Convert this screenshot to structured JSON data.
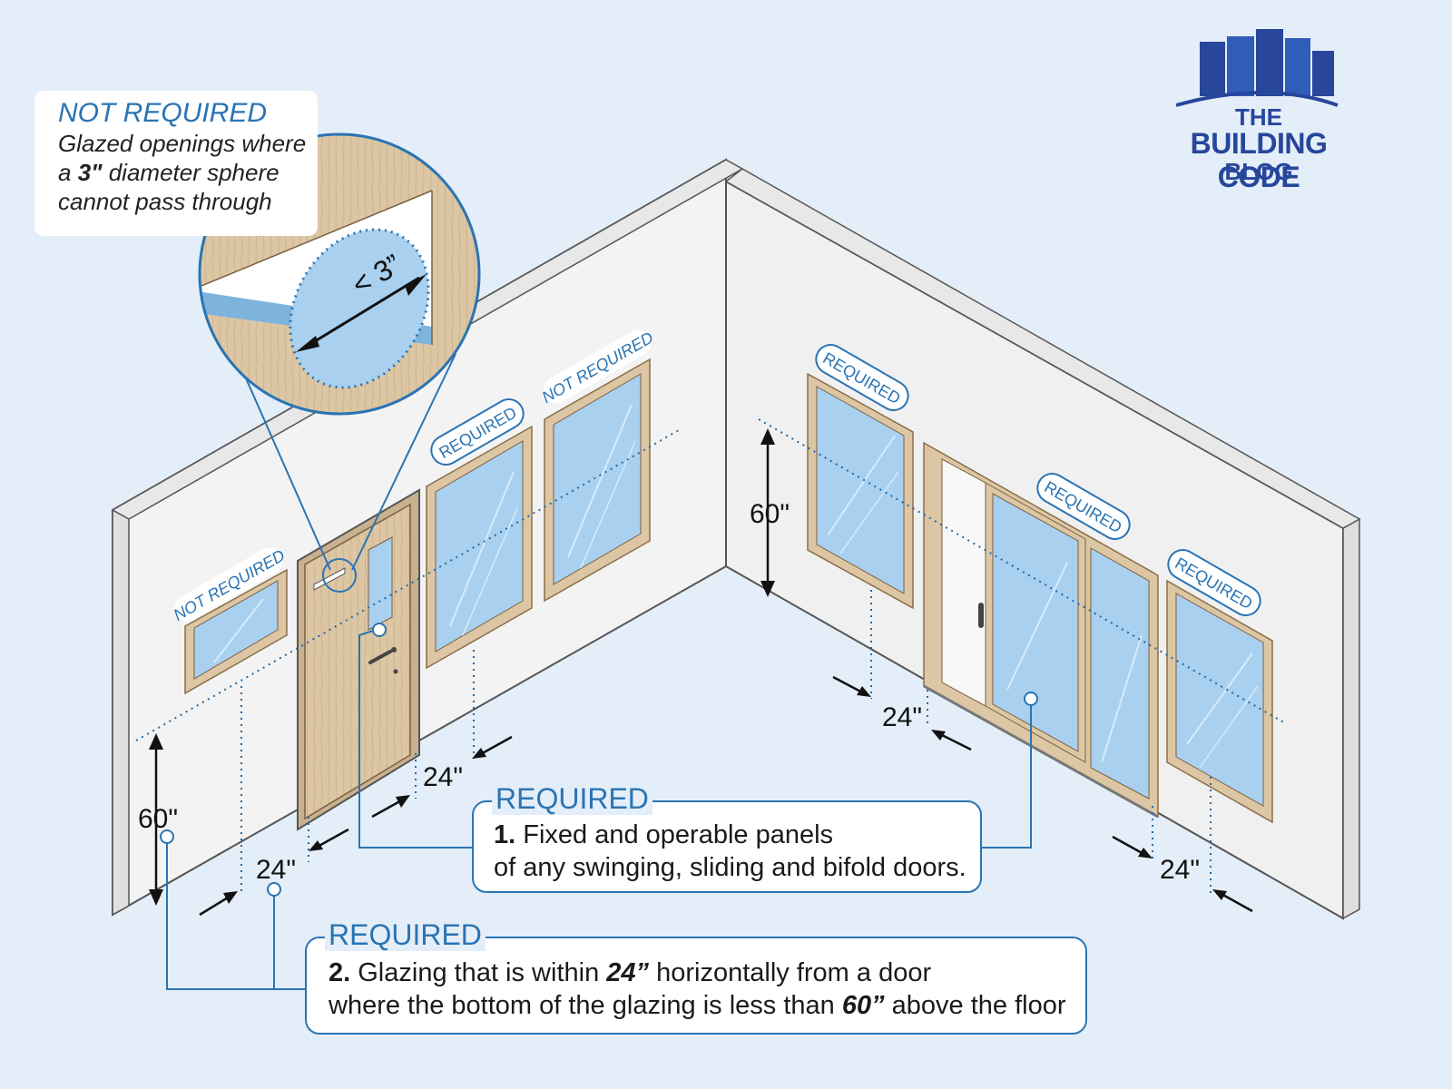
{
  "not_required_box": {
    "title": "NOT REQUIRED",
    "line1": "Glazed openings where",
    "line2_pre": "a ",
    "line2_bold": "3\"",
    "line2_post": " diameter sphere",
    "line3": "cannot pass through"
  },
  "zoom_label": "< 3”",
  "logo": {
    "line1": "THE",
    "line2": "BUILDING CODE",
    "line3": "BLOG"
  },
  "tags": {
    "left_window": "NOT REQUIRED",
    "middle_window": "REQUIRED",
    "right_window": "NOT REQUIRED",
    "back_window": "REQUIRED",
    "slider": "REQUIRED",
    "far_window": "REQUIRED"
  },
  "dimensions": {
    "height_left": "60\"",
    "height_back": "60\"",
    "dist_left_window": "24\"",
    "dist_door_right": "24\"",
    "dist_back_window": "24\"",
    "dist_far_window": "24\""
  },
  "callout1": {
    "title": "REQUIRED",
    "num": "1.",
    "line1": " Fixed and operable panels",
    "line2": "of any swinging, sliding and bifold doors."
  },
  "callout2": {
    "title": "REQUIRED",
    "num": "2.",
    "l1a": " Glazing that is within ",
    "l1b": "24”",
    "l1c": " horizontally from a door",
    "l2a": "where the bottom of the glazing is less than ",
    "l2b": "60”",
    "l2c": " above the floor"
  },
  "colors": {
    "background": "#e4eef8",
    "accent": "#2a74b3",
    "glass": "#a9d0ef",
    "wood": "#dcc6a4",
    "wall": "#f2f2f2",
    "logo": "#27469c"
  }
}
